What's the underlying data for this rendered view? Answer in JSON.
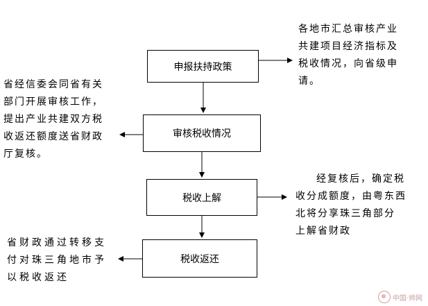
{
  "boxes": {
    "apply": "申报扶持政策",
    "review": "审核税收情况",
    "submit": "税收上解",
    "refund": "税收返还"
  },
  "notes": {
    "top_right": [
      "各地市汇总审核产业",
      "共建项目经济指标及",
      "税收情况，向省级申",
      "请。"
    ],
    "left_upper": [
      "省经信委会同省有关",
      "部门开展审核工作，",
      "提出产业共建双方税",
      "收返还额度送省财政",
      "厅复核。"
    ],
    "right_middle": [
      "经复核后，确定税",
      "收分成额度，由粤东西",
      "北将分享珠三角部分",
      "上解省财政"
    ],
    "left_lower": [
      "省财政通过转移支",
      "付对珠三角地市予",
      "以税收返还"
    ]
  },
  "watermark": "中国·帅网"
}
